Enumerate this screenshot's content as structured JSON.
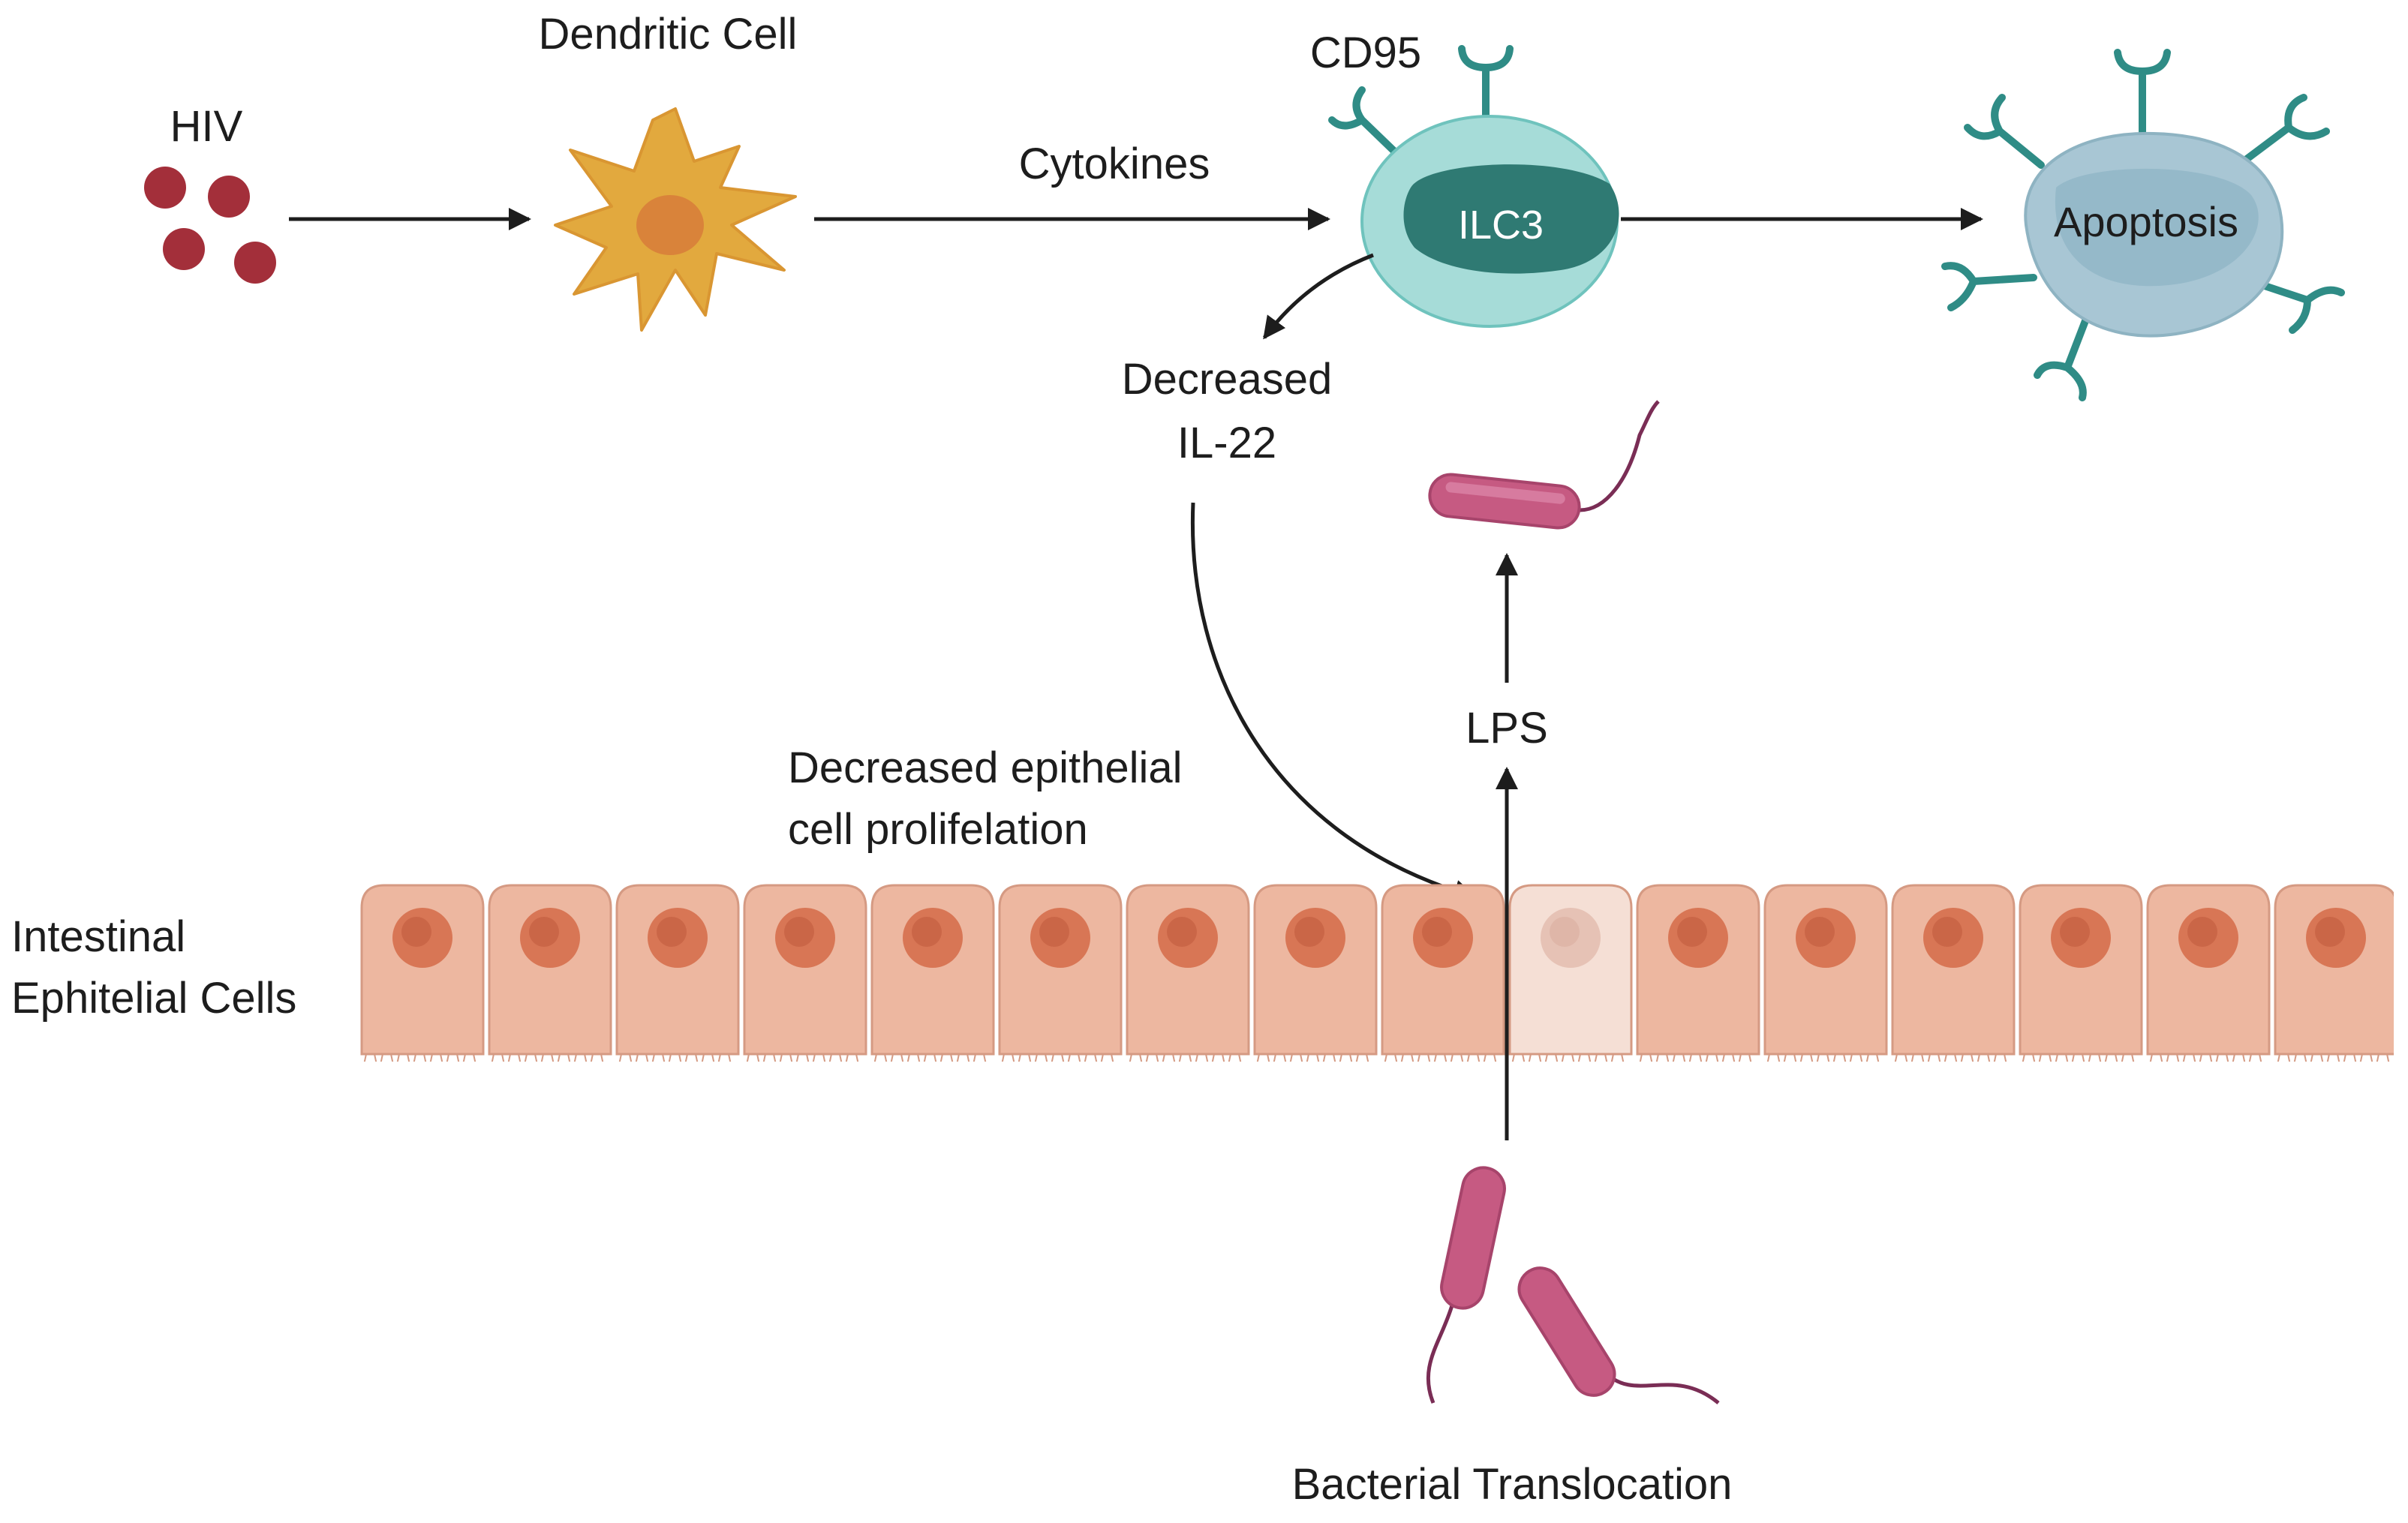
{
  "labels": {
    "hiv": "HIV",
    "dendritic_cell": "Dendritic Cell",
    "cytokines": "Cytokines",
    "cd95": "CD95",
    "ilc3": "ILC3",
    "apoptosis": "Apoptosis",
    "decreased_il22_line1": "Decreased",
    "decreased_il22_line2": "IL-22",
    "lps": "LPS",
    "decreased_prolif_line1": "Decreased epithelial",
    "decreased_prolif_line2": "cell prolifelation",
    "intestinal_line1": "Intestinal",
    "intestinal_line2": "Ephitelial Cells",
    "bacterial_translocation": "Bacterial Translocation"
  },
  "colors": {
    "hiv_particle": "#a32f3a",
    "dendritic": "#e2a93e",
    "dendritic_nucleus": "#d9833a",
    "ilc3_outer": "#a6dcd8",
    "ilc3_nucleus": "#2f7a73",
    "apoptotic_cell": "#a8c6d4",
    "receptor": "#2f8c86",
    "epithelial_cell": "#edb7a0",
    "epithelial_nucleus": "#d87655",
    "damaged_cell": "#f5dfd5",
    "bacteria": "#c65a82",
    "arrow": "#1d1d1d"
  }
}
